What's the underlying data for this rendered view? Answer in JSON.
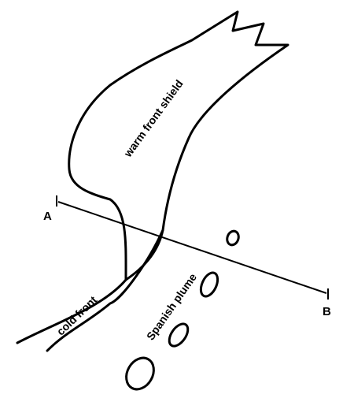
{
  "labels": {
    "warm_front_shield": "warm front shield",
    "cold_front": "cold front",
    "spanish_plume": "Spanish plume",
    "cross_section_start": "A",
    "cross_section_end": "B"
  },
  "colors": {
    "line": "#000000",
    "background": "#ffffff"
  }
}
